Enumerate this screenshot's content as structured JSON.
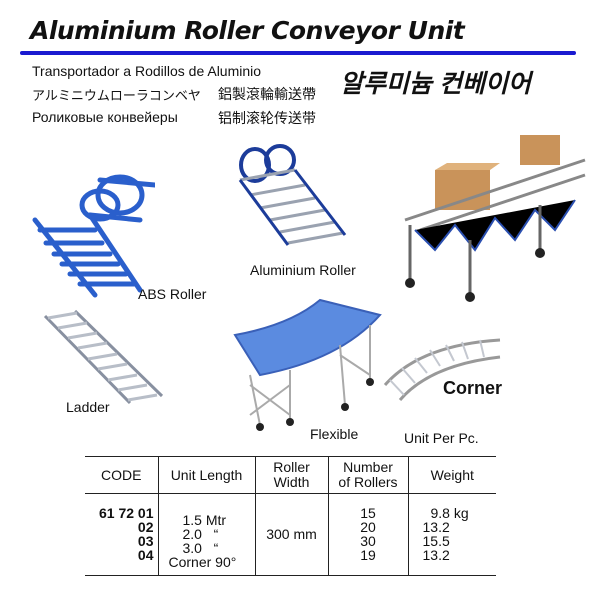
{
  "title": "Aluminium Roller Conveyor Unit",
  "subtitles": {
    "spanish": "Transportador a Rodillos de Aluminio",
    "japanese": "アルミニウムローラコンベヤ",
    "chinese_traditional": "鋁製滾輪輸送帶",
    "russian": "Роликовые конвейеры",
    "chinese_simplified": "铝制滚轮传送带",
    "korean": "알루미늄 컨베이어"
  },
  "captions": {
    "abs": "ABS Roller",
    "aluminium": "Aluminium Roller",
    "ladder": "Ladder",
    "flexible": "Flexible",
    "corner": "Corner",
    "unit_per": "Unit Per Pc."
  },
  "colors": {
    "accent": "#1a1ad0",
    "roller_blue": "#3d6fd8"
  },
  "table": {
    "headers": {
      "code": "CODE",
      "length": "Unit Length",
      "width": "Roller\nWidth",
      "rollers": "Number\nof Rollers",
      "weight": "Weight"
    },
    "codes": [
      "61 72 01",
      "02",
      "03",
      "04"
    ],
    "lengths": [
      "1.5 Mtr",
      "2.0   “",
      "3.0   “",
      "Corner 90°"
    ],
    "roller_width": "300 mm",
    "rollers": [
      "15",
      "20",
      "30",
      "19"
    ],
    "weights": [
      "9.8 kg",
      "13.2",
      "15.5",
      "13.2"
    ]
  }
}
